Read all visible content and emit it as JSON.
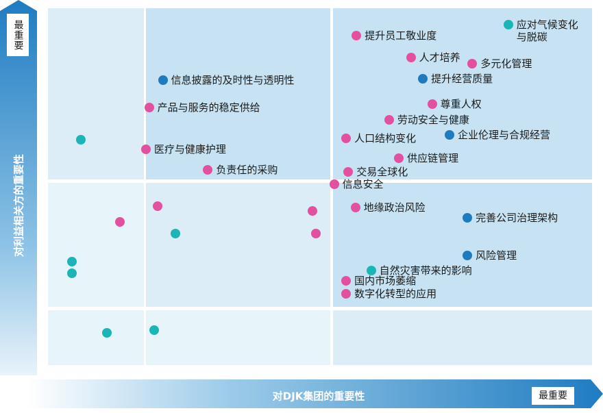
{
  "chart_data": {
    "type": "scatter",
    "title": "",
    "xlabel": "对DJK集团的重要性",
    "ylabel": "对利益相关方的重要性",
    "x_most_label": "最重要",
    "y_most_label": "最重要",
    "xlim": [
      0,
      100
    ],
    "ylim": [
      0,
      100
    ],
    "colors": {
      "pink": "#e2509f",
      "blue": "#1e7bbf",
      "teal": "#1bb5b5"
    },
    "cell_colors": {
      "high": "#c7e3f3",
      "mid": "#dcedf7",
      "low": "#e7f4fa"
    },
    "points": [
      {
        "label": "提升员工敬业度",
        "x": 56.7,
        "y": 92.3,
        "color": "pink"
      },
      {
        "label": "应对气候变化\n与脱碳",
        "x": 84.6,
        "y": 95.3,
        "color": "teal"
      },
      {
        "label": "人才培养",
        "x": 66.7,
        "y": 86.1,
        "color": "pink"
      },
      {
        "label": "多元化管理",
        "x": 78.0,
        "y": 84.4,
        "color": "pink"
      },
      {
        "label": "提升经营质量",
        "x": 68.9,
        "y": 80.3,
        "color": "blue"
      },
      {
        "label": "信息披露的及时性与透明性",
        "x": 21.1,
        "y": 79.8,
        "color": "blue"
      },
      {
        "label": "尊重人权",
        "x": 70.6,
        "y": 73.1,
        "color": "pink"
      },
      {
        "label": "产品与服务的稳定供给",
        "x": 18.6,
        "y": 72.1,
        "color": "pink"
      },
      {
        "label": "劳动安全与健康",
        "x": 62.7,
        "y": 68.8,
        "color": "pink"
      },
      {
        "label": "企业伦理与合规经营",
        "x": 73.8,
        "y": 64.4,
        "color": "blue"
      },
      {
        "label": "人口结构变化",
        "x": 54.8,
        "y": 63.5,
        "color": "pink"
      },
      {
        "label": "",
        "x": 6.1,
        "y": 63.1,
        "color": "teal"
      },
      {
        "label": "医疗与健康护理",
        "x": 18.0,
        "y": 60.4,
        "color": "pink"
      },
      {
        "label": "供应链管理",
        "x": 64.5,
        "y": 57.9,
        "color": "pink"
      },
      {
        "label": "负责任的采购",
        "x": 29.4,
        "y": 54.7,
        "color": "pink"
      },
      {
        "label": "交易全球化",
        "x": 55.2,
        "y": 54.2,
        "color": "pink"
      },
      {
        "label": "信息安全",
        "x": 52.6,
        "y": 50.6,
        "color": "pink"
      },
      {
        "label": "地缘政治风险",
        "x": 56.5,
        "y": 44.2,
        "color": "pink"
      },
      {
        "label": "",
        "x": 20.1,
        "y": 44.6,
        "color": "pink"
      },
      {
        "label": "",
        "x": 48.6,
        "y": 43.2,
        "color": "pink"
      },
      {
        "label": "完善公司治理架构",
        "x": 77.1,
        "y": 41.2,
        "color": "blue"
      },
      {
        "label": "",
        "x": 13.2,
        "y": 40.2,
        "color": "pink"
      },
      {
        "label": "",
        "x": 23.4,
        "y": 36.8,
        "color": "teal"
      },
      {
        "label": "",
        "x": 49.3,
        "y": 36.8,
        "color": "pink"
      },
      {
        "label": "风险管理",
        "x": 77.1,
        "y": 30.8,
        "color": "blue"
      },
      {
        "label": "",
        "x": 4.4,
        "y": 28.9,
        "color": "teal"
      },
      {
        "label": "自然灾害带来的影响",
        "x": 59.4,
        "y": 26.5,
        "color": "teal"
      },
      {
        "label": "",
        "x": 4.4,
        "y": 25.8,
        "color": "teal"
      },
      {
        "label": "国内市场萎缩",
        "x": 54.8,
        "y": 23.6,
        "color": "pink"
      },
      {
        "label": "数字化转型的应用",
        "x": 54.8,
        "y": 19.9,
        "color": "pink"
      },
      {
        "label": "",
        "x": 10.8,
        "y": 9.1,
        "color": "teal"
      },
      {
        "label": "",
        "x": 19.5,
        "y": 9.7,
        "color": "teal"
      }
    ]
  }
}
